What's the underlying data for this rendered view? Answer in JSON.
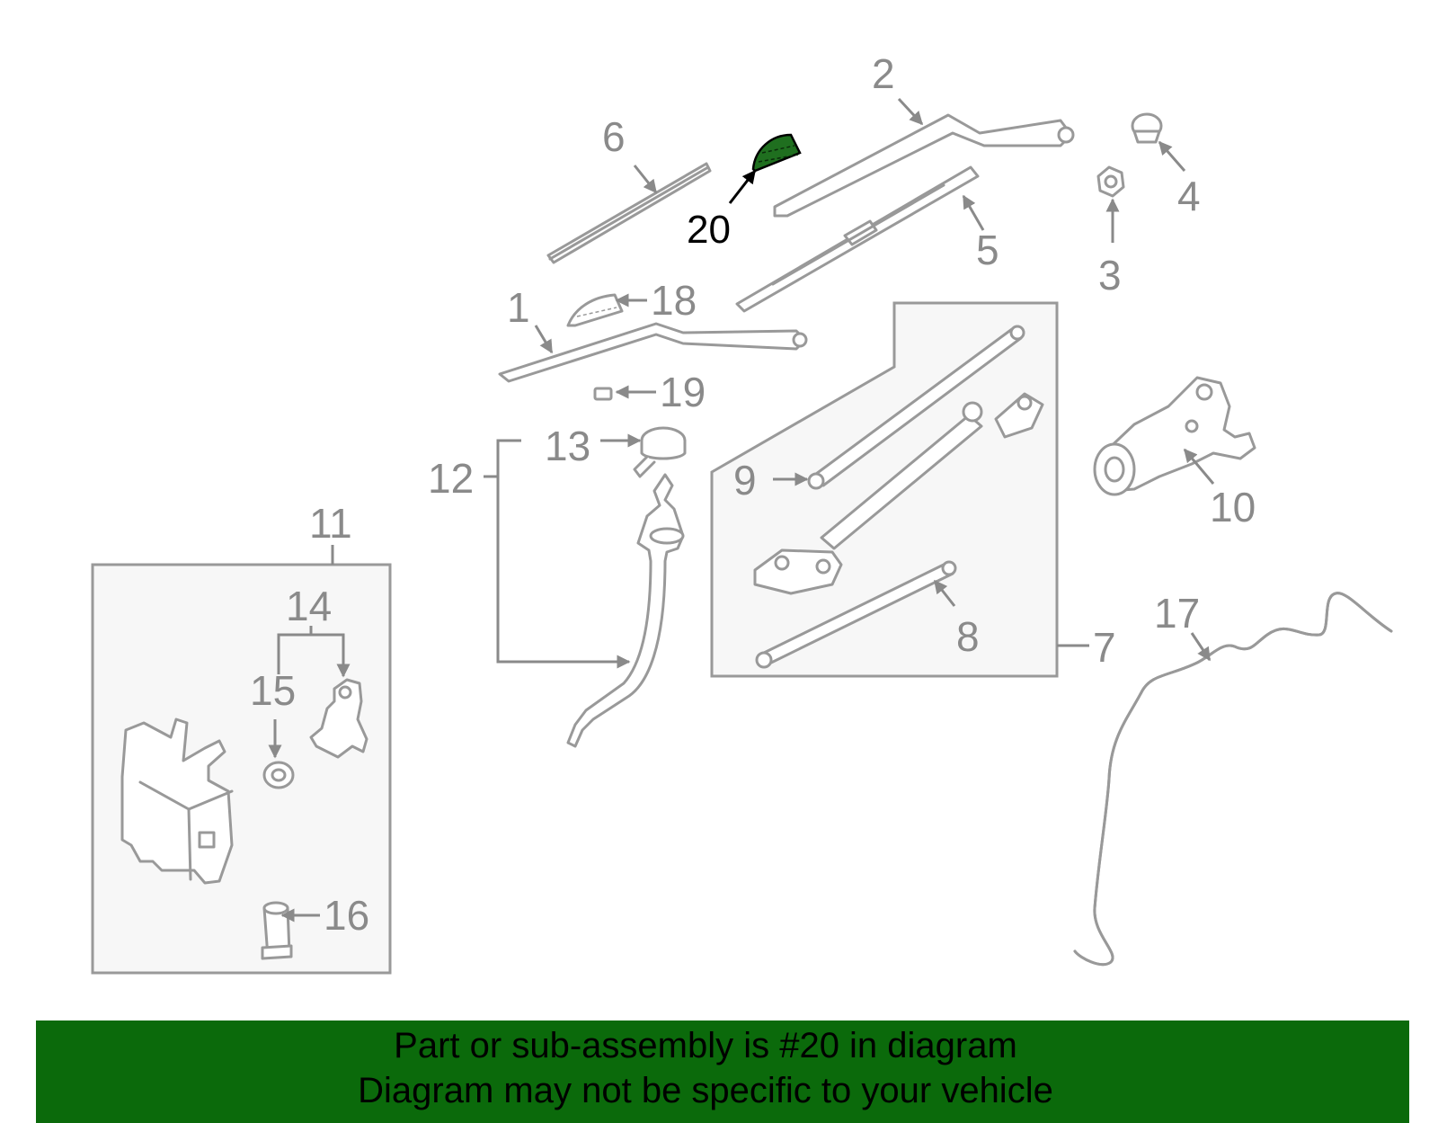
{
  "diagram": {
    "callouts": [
      {
        "id": "1",
        "label": "1"
      },
      {
        "id": "2",
        "label": "2"
      },
      {
        "id": "3",
        "label": "3"
      },
      {
        "id": "4",
        "label": "4"
      },
      {
        "id": "5",
        "label": "5"
      },
      {
        "id": "6",
        "label": "6"
      },
      {
        "id": "7",
        "label": "7"
      },
      {
        "id": "8",
        "label": "8"
      },
      {
        "id": "9",
        "label": "9"
      },
      {
        "id": "10",
        "label": "10"
      },
      {
        "id": "11",
        "label": "11"
      },
      {
        "id": "12",
        "label": "12"
      },
      {
        "id": "13",
        "label": "13"
      },
      {
        "id": "14",
        "label": "14"
      },
      {
        "id": "15",
        "label": "15"
      },
      {
        "id": "16",
        "label": "16"
      },
      {
        "id": "17",
        "label": "17"
      },
      {
        "id": "18",
        "label": "18"
      },
      {
        "id": "19",
        "label": "19"
      },
      {
        "id": "20",
        "label": "20"
      }
    ],
    "highlighted_part": "20",
    "colors": {
      "highlight_fill": "#1f6f1f",
      "line_gray": "#999999",
      "label_gray": "#8a8a8a",
      "banner_green": "#0b6a0b"
    }
  },
  "banner": {
    "line1": "Part or sub-assembly is #20 in diagram",
    "line2": "Diagram may not be specific to your vehicle"
  }
}
